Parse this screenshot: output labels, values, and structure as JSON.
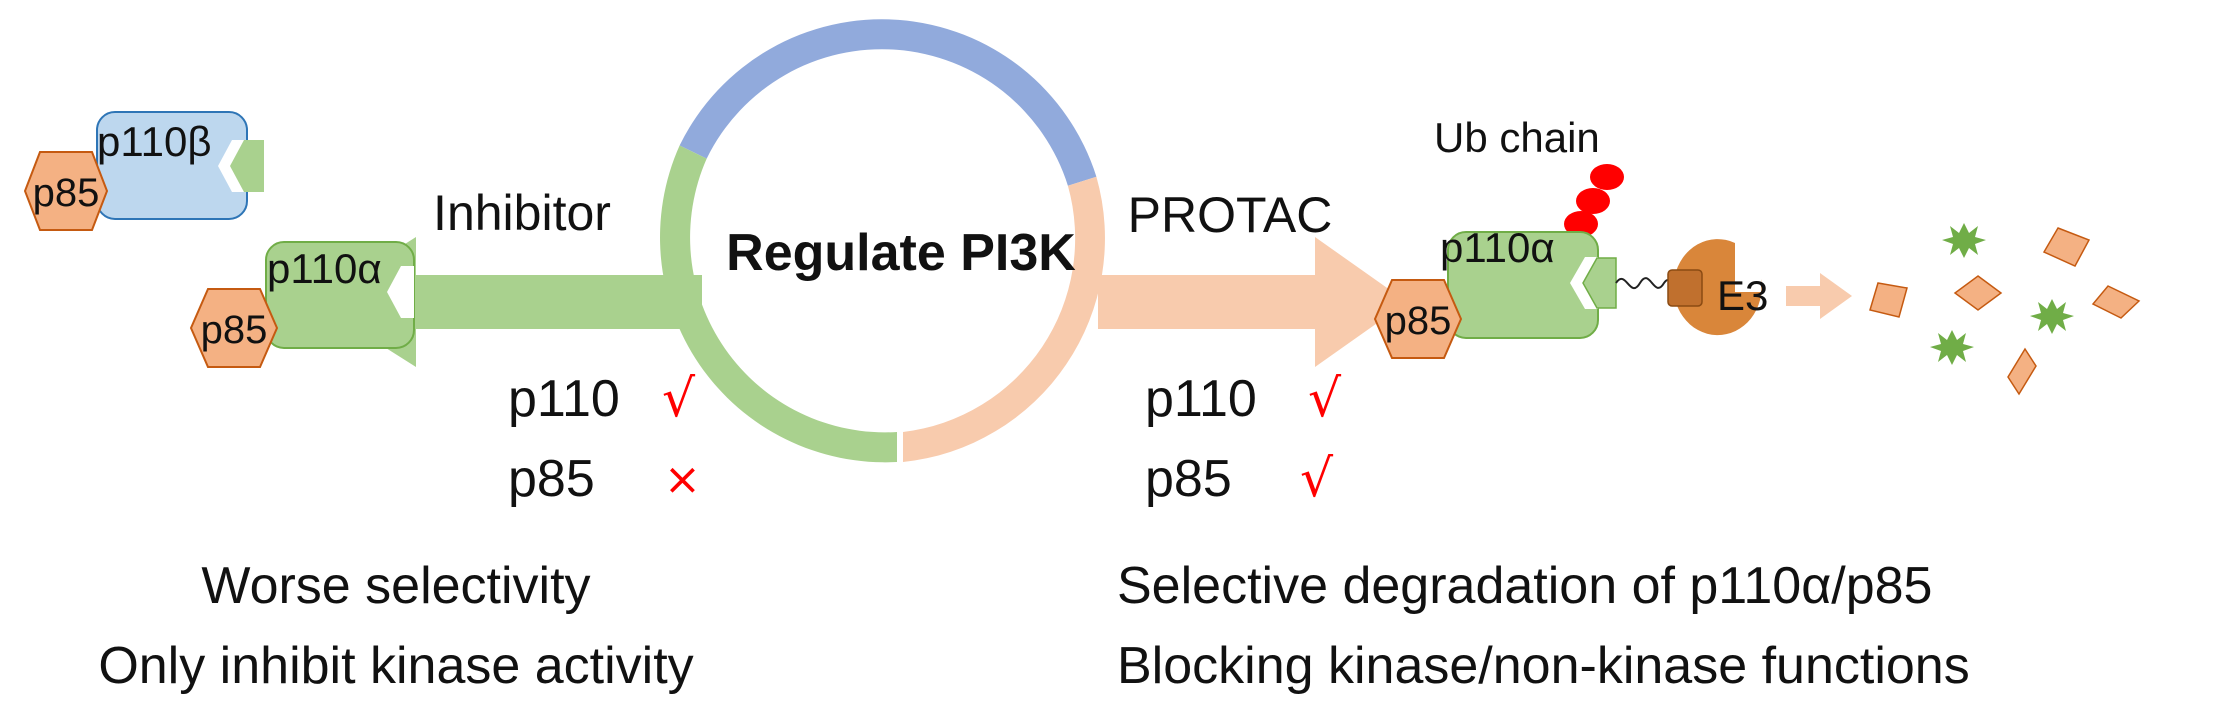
{
  "center": {
    "title": "Regulate PI3K"
  },
  "left": {
    "arrow_label": "Inhibitor",
    "complex_beta": {
      "p110": "p110β",
      "p85": "p85"
    },
    "complex_alpha": {
      "p110": "p110α",
      "p85": "p85"
    },
    "targets": [
      {
        "name": "p110",
        "mark": "√"
      },
      {
        "name": "p85",
        "mark": "×"
      }
    ],
    "summary": [
      "Worse selectivity",
      "Only inhibit kinase activity"
    ]
  },
  "right": {
    "arrow_label": "PROTAC",
    "ub_label": "Ub chain",
    "complex_alpha": {
      "p110": "p110α",
      "p85": "p85"
    },
    "e3_label": "E3",
    "targets": [
      {
        "name": "p110",
        "mark": "√"
      },
      {
        "name": "p85",
        "mark": "√"
      }
    ],
    "summary": [
      "Selective degradation of p110α/p85",
      "Blocking kinase/non-kinase functions"
    ]
  },
  "colors": {
    "ring_top": "#91aadc",
    "ring_left": "#a9d18e",
    "ring_right": "#f8cbad",
    "p110_fill": "#a9d18e",
    "p110_stroke": "#70ad47",
    "p110b_fill": "#bdd7ee",
    "p110b_stroke": "#2e75b6",
    "p85_fill": "#f4b183",
    "p85_stroke": "#c55a11",
    "ub": "#ff0000",
    "e3": "#d9863a",
    "mark": "#ff0000"
  }
}
